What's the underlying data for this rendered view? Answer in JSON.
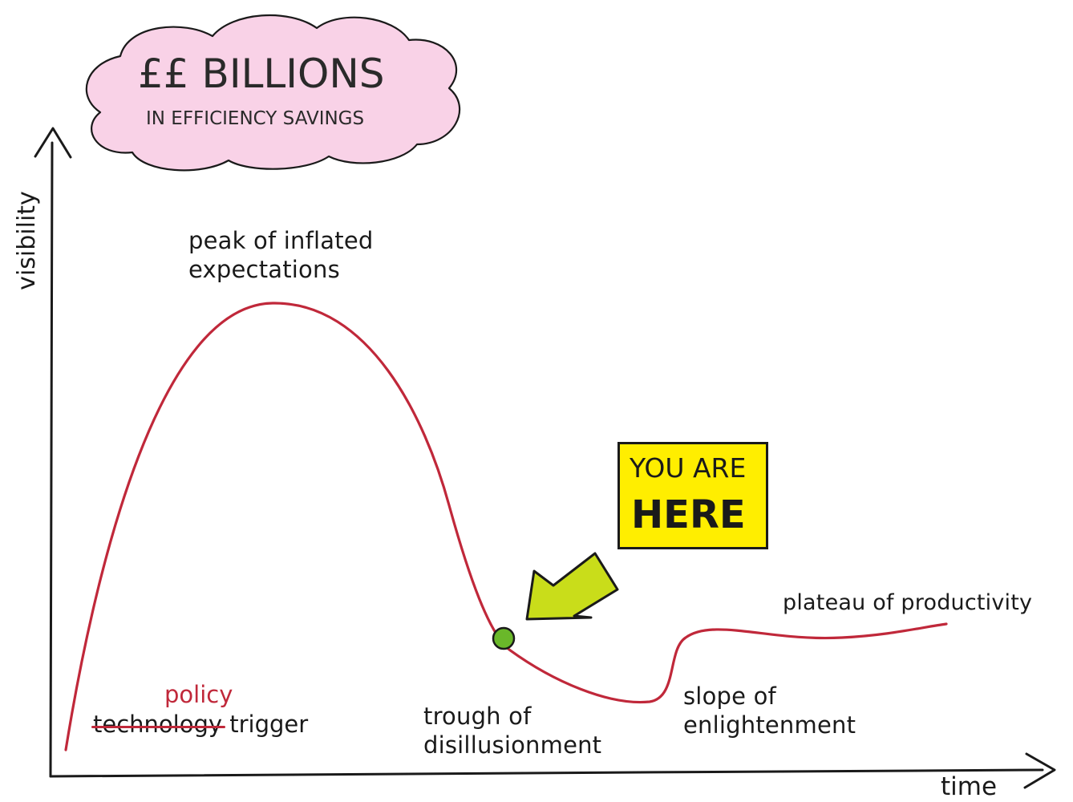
{
  "cloud": {
    "title": "££ BILLIONS",
    "subtitle": "IN EFFICIENCY SAVINGS",
    "fill": "#f9d2e7"
  },
  "axes": {
    "y_label": "visibility",
    "x_label": "time"
  },
  "phases": {
    "peak": [
      "peak of inflated",
      "expectations"
    ],
    "trigger_replacement": "policy",
    "trigger_struck": "technology",
    "trigger_word": "trigger",
    "trough": [
      "trough of",
      "disillusionment"
    ],
    "slope": [
      "slope of",
      "enlightenment"
    ],
    "plateau": "plateau of productivity"
  },
  "callout": {
    "line1": "YOU ARE",
    "line2": "HERE",
    "background": "#ffee00"
  },
  "colors": {
    "curve": "#c0283a",
    "axis": "#1a1a1a",
    "arrow_fill": "#c9dd1a",
    "marker_fill": "#6ab82a",
    "strike": "#c0283a"
  },
  "icons": {
    "pointer": "arrow-pointing-to-curve",
    "marker": "current-position-dot"
  }
}
